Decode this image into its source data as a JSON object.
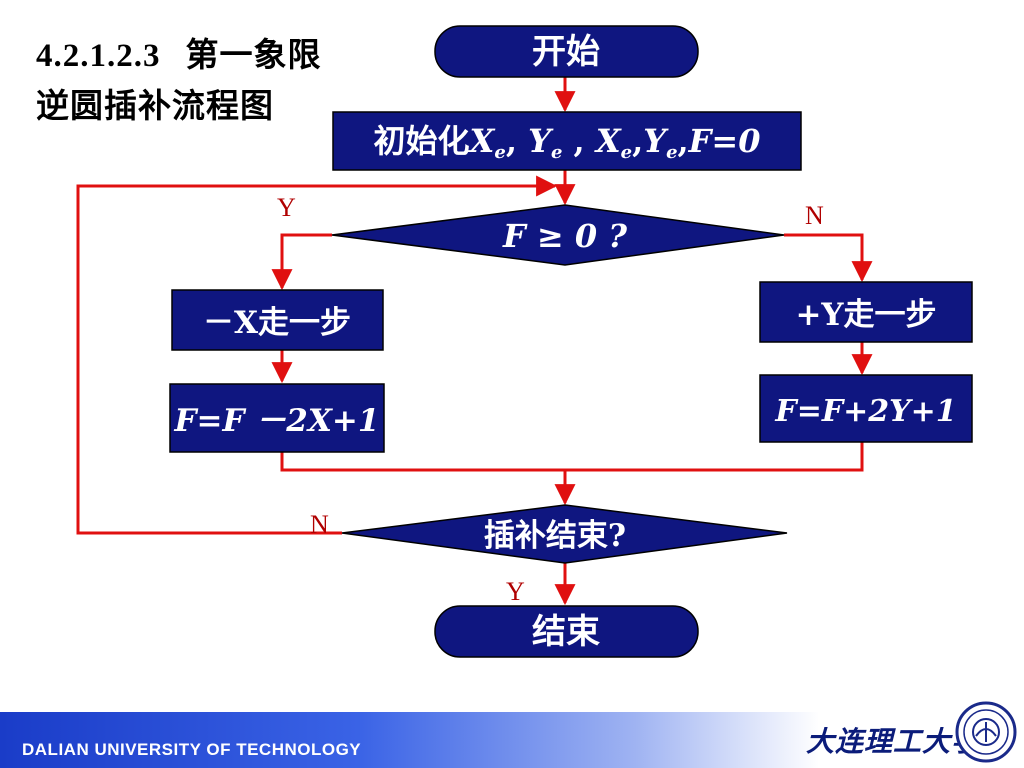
{
  "title": {
    "number": "4.2.1.2.3",
    "line1": "第一象限",
    "line2": "逆圆插补流程图"
  },
  "flow": {
    "start": "开始",
    "init_prefix": "初始化",
    "init_vars": "X",
    "init_sub_e": "e",
    "init_y": "Y",
    "init_sep1": ", ",
    "init_sep2": " , ",
    "init_sep3": ",",
    "init_tail": "F=0",
    "decision1": "F ≥ 0  ?",
    "left_step": "－X走一步",
    "left_formula": "F=F －2X+1",
    "right_step": "+Y走一步",
    "right_formula": "F=F+2Y+1",
    "decision2": "插补结束?",
    "end": "结束",
    "label_y1": "Y",
    "label_n1": "N",
    "label_n2": "N",
    "label_y2": "Y"
  },
  "footer": {
    "university_en": "DALIAN UNIVERSITY OF TECHNOLOGY",
    "university_cn": "大连理工大学"
  },
  "colors": {
    "box_fill": "#0f1680",
    "arrow": "#e01010",
    "footer_start": "#1a3cc8"
  }
}
